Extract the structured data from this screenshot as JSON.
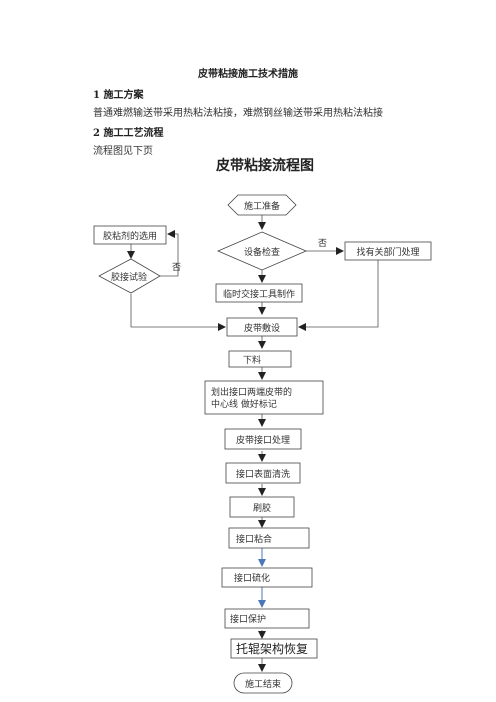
{
  "document": {
    "title": "皮带粘接施工技术措施",
    "section1": {
      "heading": "1 施工方案",
      "text": "普通难燃输送带采用热粘法粘接，难燃钢丝输送带采用热粘法粘接"
    },
    "section2": {
      "heading": "2 施工工艺流程",
      "text": "流程图见下页"
    }
  },
  "flowchart": {
    "title": "皮带粘接流程图",
    "nodes": {
      "start": "施工准备",
      "equip_check": "设备检查",
      "adhesive_select": "胶粘剂的选用",
      "adhesive_test": "胶接试验",
      "report_dept": "找有关部门处理",
      "temp_tools": "临时交接工具制作",
      "belt_lay": "皮带敷设",
      "cut": "下料",
      "mark_line": "划出接口两端皮带的中心线  做好标记",
      "joint_proc": "皮带接口处理",
      "surface_clean": "接口表面清洗",
      "glue": "刷胶",
      "bond": "接口粘合",
      "vulcanize": "接口硫化",
      "protect": "接口保护",
      "idler_restore": "托辊架构恢复",
      "end": "施工结束"
    },
    "labels": {
      "no_right": "否",
      "no_left": "否"
    }
  }
}
